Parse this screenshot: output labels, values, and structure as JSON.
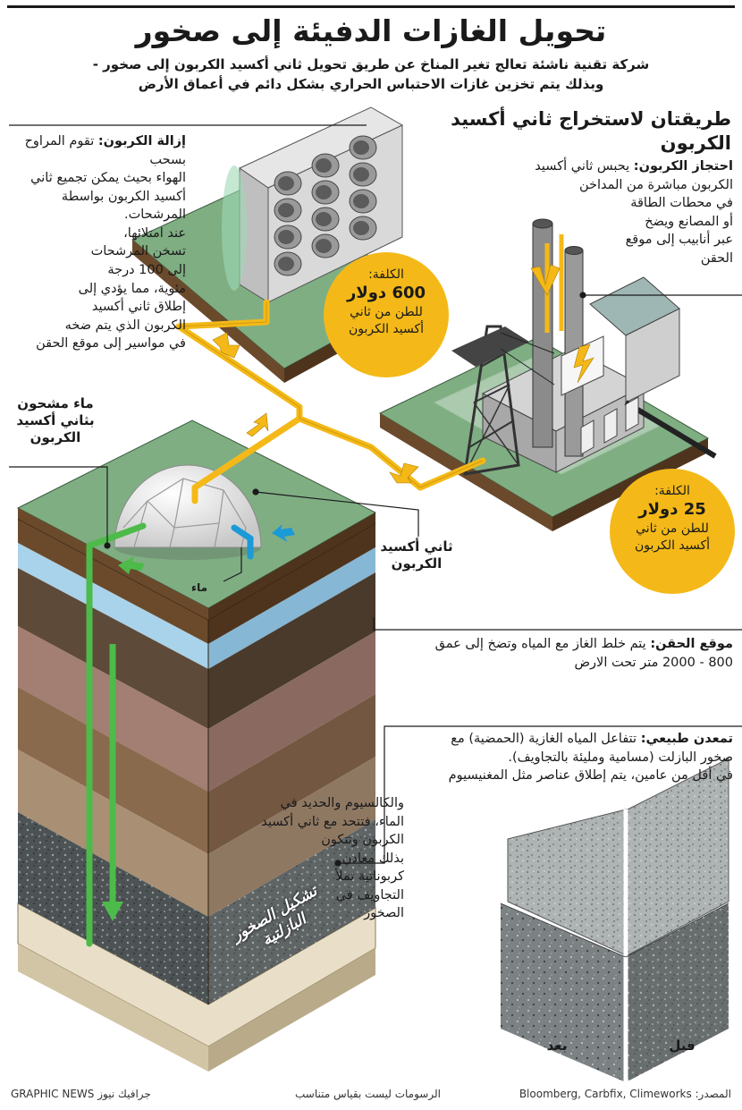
{
  "header": {
    "title": "تحويل الغازات الدفيئة إلى صخور",
    "subtitle_line1": "شركة تقنية ناشئة تعالج تغير المناخ عن طريق تحويل ثاني أكسيد الكربون إلى صخور -",
    "subtitle_line2": "وبذلك يتم تخزين غازات الاحتباس الحراري بشكل دائم في أعماق الأرض"
  },
  "section_title": "طريقتان لاستخراج ثاني أكسيد الكربون",
  "carbon_removal": {
    "heading": "إزالة الكربون:",
    "body_first": "تقوم المراوح بسحب",
    "body_lines": [
      "الهواء بحيث يمكن تجميع ثاني",
      "أكسيد الكربون بواسطة",
      "المرشحات.",
      "عند امتلائها،",
      "تسخن المرشحات",
      "إلى 100 درجة",
      "مئوية، مما يؤدي إلى",
      "إطلاق ثاني أكسيد",
      "الكربون الذي يتم ضخه",
      "في مواسير إلى موقع الحقن"
    ]
  },
  "carbon_capture": {
    "heading": "احتجاز الكربون:",
    "body_first": "يحبس ثاني أكسيد",
    "body_lines": [
      "الكربون مباشرة من المداخن",
      "في محطات الطاقة",
      "أو المصانع ويضخ",
      "عبر أنابيب إلى موقع",
      "الحقن"
    ]
  },
  "cost_removal": {
    "label": "الكلفة:",
    "amount": "600 دولار",
    "line1": "للطن من ثاني",
    "line2": "أكسيد الكربون"
  },
  "cost_capture": {
    "label": "الكلفة:",
    "amount": "25 دولار",
    "line1": "للطن من ثاني",
    "line2": "أكسيد الكربون"
  },
  "labels": {
    "charged_water": [
      "ماء مشحون",
      "بثاني أكسيد",
      "الكربون"
    ],
    "co2": [
      "ثاني أكسيد",
      "الكربون"
    ],
    "water": "ماء",
    "basalt": [
      "تشكيل الصخور",
      "البازلتية"
    ],
    "after": "بعد",
    "before": "قبل"
  },
  "injection_site": {
    "heading": "موقع الحقن:",
    "body_first": "يتم خلط الغاز مع المياه وتضخ إلى عمق",
    "body_second": "800 - 2000 متر تحت الارض"
  },
  "mineralization": {
    "heading": "تمعدن طبيعي:",
    "body_first": "تتفاعل المياه الغازية (الحمضية) مع",
    "body_lines_wide": [
      "صخور البازلت (مسامية ومليئة بالتجاويف).",
      "في أقل من عامين، يتم إطلاق عناصر مثل المغنيسيوم"
    ],
    "body_lines_narrow": [
      "والكالسيوم والحديد في",
      "الماء، فتتحد مع ثاني أكسيد",
      "الكربون وتتكون",
      "بذلك معادن",
      "كربوناتية تملأ",
      "التجاويف في",
      "الصخور"
    ]
  },
  "footer": {
    "brand": "GRAPHIC NEWS جرافيك نيوز",
    "note": "الرسومات ليست بقياس متناسب",
    "source": "المصدر: Bloomberg, Carbfix, Climeworks"
  },
  "colors": {
    "grass": "#7fae83",
    "earth": "#6b4a2c",
    "water_layer": "#a9d3ea",
    "pipe_yellow": "#f4b918",
    "pipe_green": "#4dbb4a",
    "water_blue": "#1a9ad6",
    "basalt": "#4d5354"
  }
}
